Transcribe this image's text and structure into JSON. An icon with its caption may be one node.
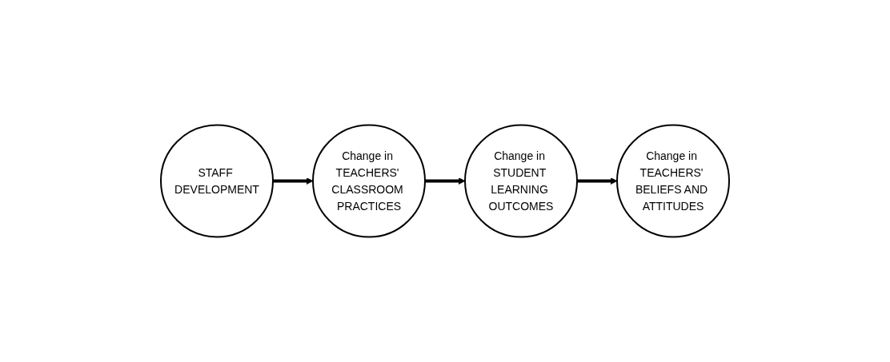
{
  "diagram": {
    "nodes": [
      {
        "text": [
          "STAFF DEVELOPMENT"
        ]
      },
      {
        "text": [
          "Change in TEACHERS' CLASSROOM PRACTICES"
        ]
      },
      {
        "text": [
          "Change in STUDENT LEARNING OUTCOMES"
        ]
      },
      {
        "text": [
          "Change in TEACHERS' BELIEFS AND ATTITUDES"
        ]
      }
    ],
    "edges": [
      {
        "from": 0,
        "to": 1,
        "arrow": "to"
      },
      {
        "from": 1,
        "to": 2,
        "arrow": "to"
      },
      {
        "from": 2,
        "to": 3,
        "arrow": "to"
      }
    ]
  }
}
